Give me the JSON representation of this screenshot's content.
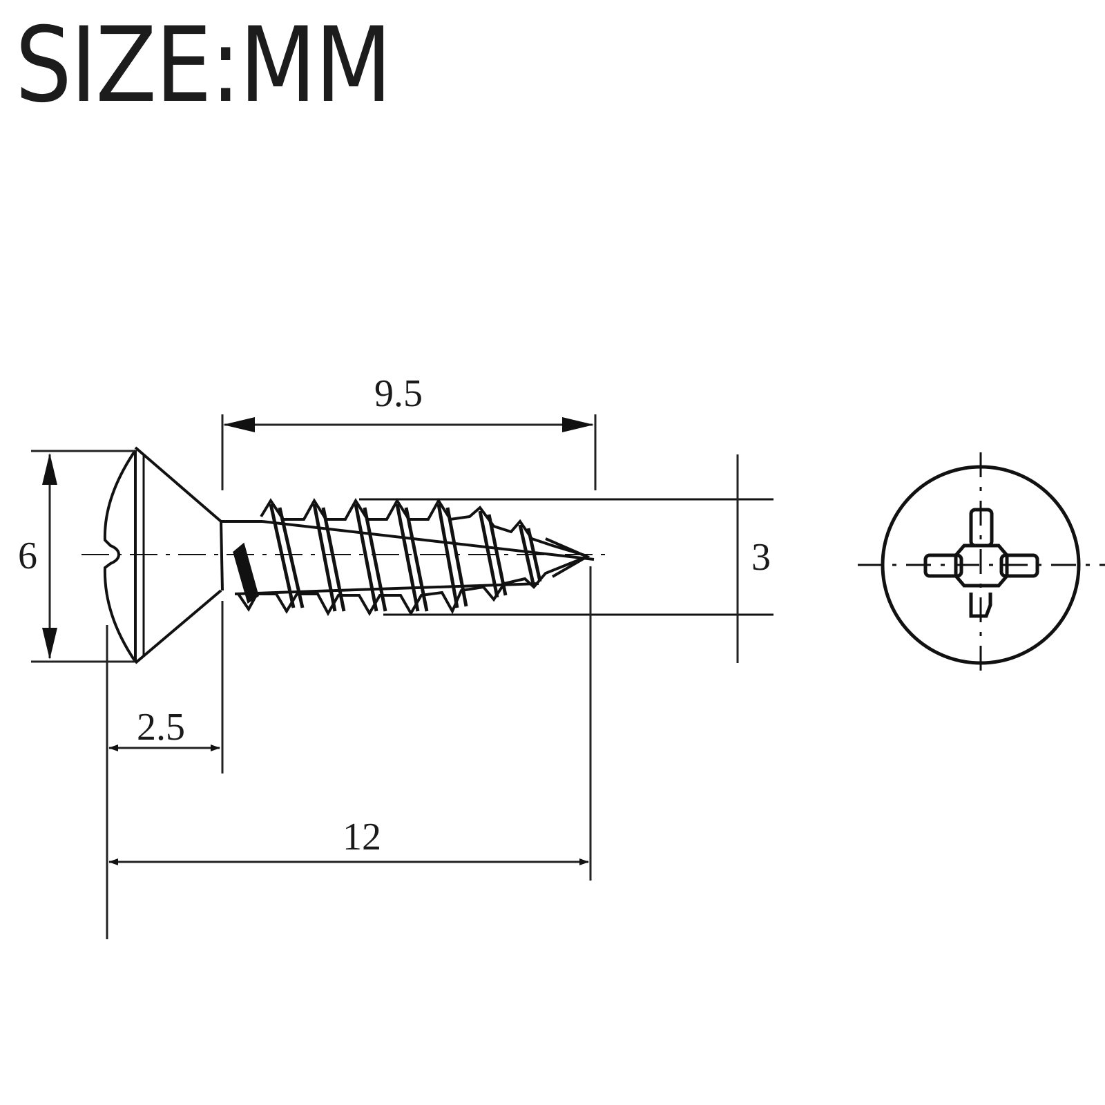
{
  "title": "SIZE:MM",
  "unit": "mm",
  "drawing": {
    "subject": "countersunk phillips self-tapping screw",
    "views": [
      "side-view",
      "head-top-view"
    ],
    "dimensions": {
      "head_diameter": "6",
      "thread_diameter": "3",
      "thread_length": "9.5",
      "head_height": "2.5",
      "total_length": "12"
    }
  },
  "colors": {
    "line": "#111111",
    "background": "#ffffff",
    "title": "#1c1c1c"
  }
}
